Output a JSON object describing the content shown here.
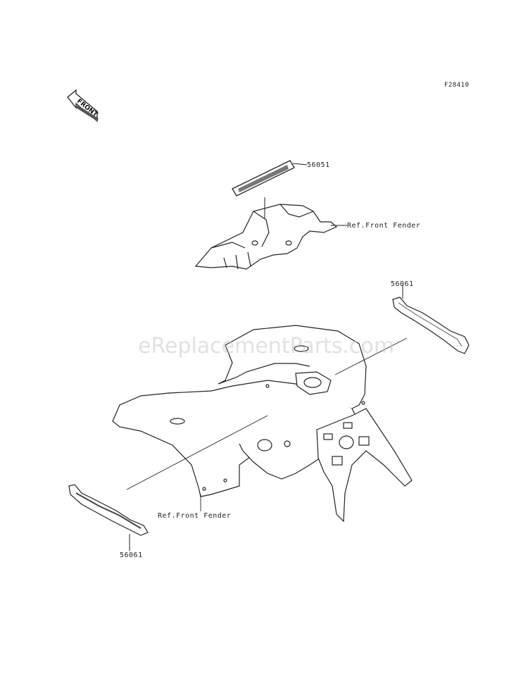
{
  "figure_id": "F28410",
  "front_marker": "FRONT",
  "callouts": {
    "top_decal": "56051",
    "ref_top": "Ref.Front Fender",
    "right_decal": "56061",
    "ref_bottom": "Ref.Front Fender",
    "bottom_decal": "56061"
  },
  "watermark": "eReplacementParts.com",
  "colors": {
    "line": "#222222",
    "watermark": "#c8c8c8"
  }
}
